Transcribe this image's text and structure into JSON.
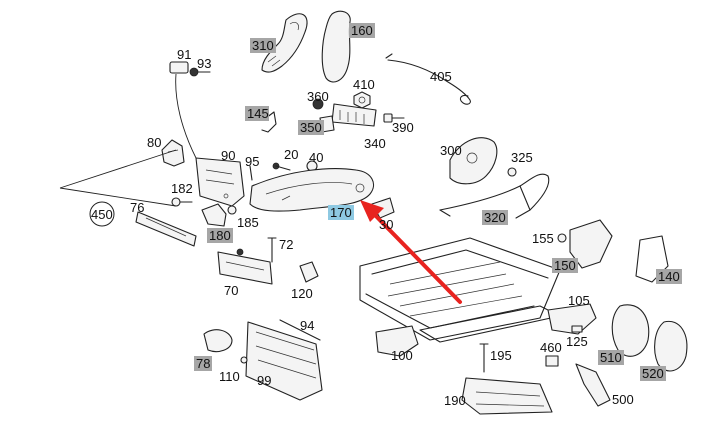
{
  "labels": {
    "l310": "310",
    "l160": "160",
    "l91": "91",
    "l93": "93",
    "l405": "405",
    "l410": "410",
    "l360": "360",
    "l145": "145",
    "l350": "350",
    "l390": "390",
    "l340": "340",
    "l80": "80",
    "l90": "90",
    "l95": "95",
    "l20": "20",
    "l40": "40",
    "l300": "300",
    "l325": "325",
    "l182": "182",
    "l450": "450",
    "l76": "76",
    "l185": "185",
    "l180": "180",
    "l170": "170",
    "l30": "30",
    "l320": "320",
    "l155": "155",
    "l72": "72",
    "l150": "150",
    "l140": "140",
    "l70": "70",
    "l120": "120",
    "l105": "105",
    "l94": "94",
    "l100": "100",
    "l195": "195",
    "l460": "460",
    "l125": "125",
    "l78": "78",
    "l110": "110",
    "l99": "99",
    "l510": "510",
    "l520": "520",
    "l190": "190",
    "l500": "500"
  },
  "colors": {
    "highlight_box": "#8ec9e2",
    "gray_box": "#a6a6a6",
    "arrow": "#e8231f",
    "line": "#222222"
  }
}
